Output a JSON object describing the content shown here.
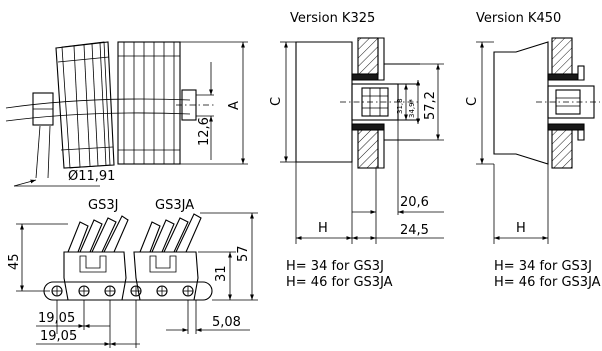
{
  "versions": {
    "k325": "Version K325",
    "k450": "Version K450"
  },
  "dims": {
    "a": "A",
    "c_k325": "C",
    "c_k450": "C",
    "d12_6": "12,6",
    "d11_91": "Ø11,91",
    "d31_8": "31,8",
    "d34_9": "34,9*",
    "d57_2": "57,2",
    "d20_6": "20,6",
    "d24_5": "24,5",
    "h_k325": "H",
    "h_k450": "H",
    "d45": "45",
    "d57": "57",
    "d31": "31",
    "d19_05a": "19,05",
    "d19_05b": "19,05",
    "d5_08": "5,08"
  },
  "labels": {
    "gs3j": "GS3J",
    "gs3ja": "GS3JA"
  },
  "notes": {
    "k325_line1": "H= 34 for GS3J",
    "k325_line2": "H= 46 for GS3JA",
    "k450_line1": "H= 34 for GS3J",
    "k450_line2": "H= 46 for GS3JA"
  }
}
